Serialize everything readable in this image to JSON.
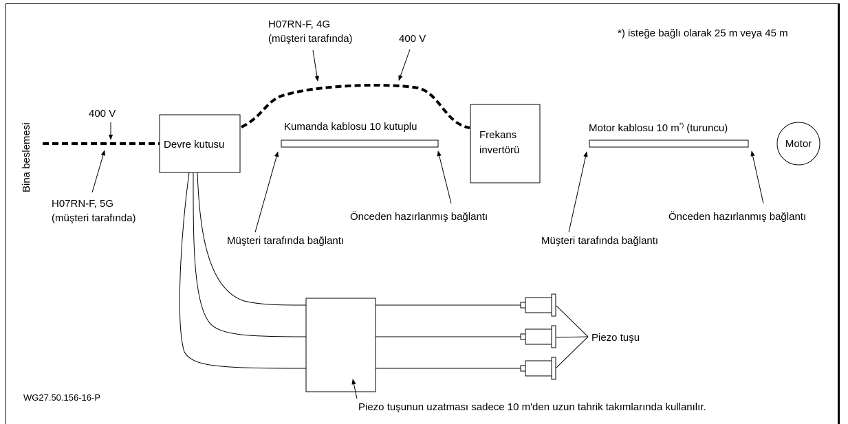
{
  "note": "*) isteğe bağlı olarak 25 m veya 45 m",
  "building_supply": {
    "label": "Bina beslemesi",
    "voltage": "400 V",
    "cable_line1": "H07RN-F, 5G",
    "cable_line2": "(müşteri tarafında)"
  },
  "upper_cable": {
    "line1": "H07RN-F, 4G",
    "line2": "(müşteri tarafında)",
    "voltage": "400 V"
  },
  "circuit_box": {
    "label": "Devre kutusu"
  },
  "control_cable": {
    "label": "Kumanda kablosu 10 kutuplu",
    "customer_connection": "Müşteri tarafında bağlantı",
    "prepared_connection": "Önceden hazırlanmış bağlantı"
  },
  "inverter": {
    "line1": "Frekans",
    "line2": "invertörü"
  },
  "motor_cable": {
    "label_prefix": "Motor kablosu 10 m",
    "label_mark": "*)",
    "label_suffix": "(turuncu)",
    "customer_connection": "Müşteri tarafında bağlantı",
    "prepared_connection": "Önceden hazırlanmış bağlantı"
  },
  "motor": {
    "label": "Motor"
  },
  "piezo": {
    "label": "Piezo tuşu",
    "extension_note": "Piezo tuşunun uzatması sadece 10 m'den uzun tahrik takımlarında kullanılır."
  },
  "figure_code": "WG27.50.156-16-P"
}
